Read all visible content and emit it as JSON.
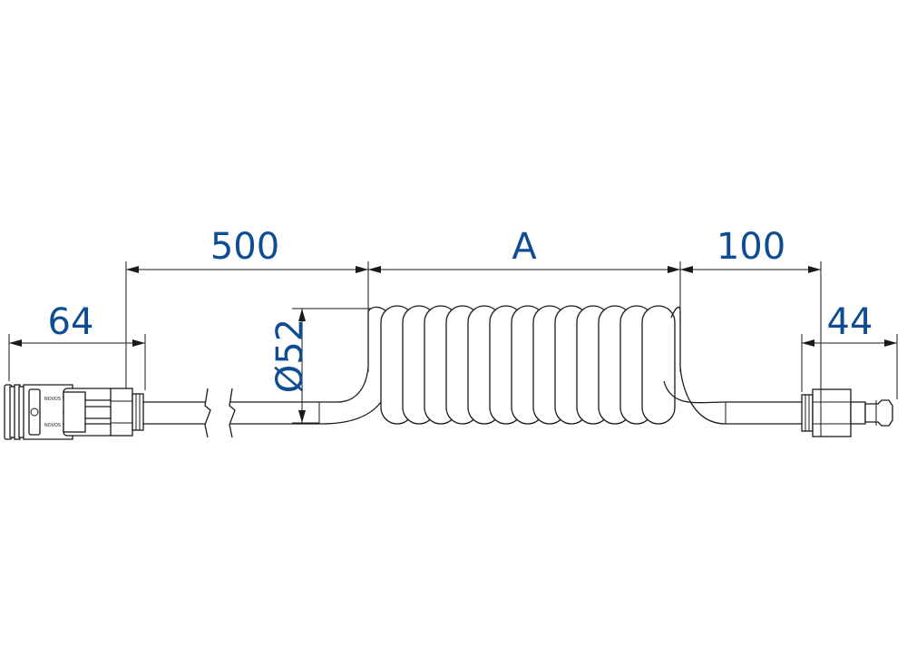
{
  "dimensions": {
    "coupling_length": "64",
    "straight_tail": "500",
    "coil_length": "A",
    "end_tail": "100",
    "plug_length": "44",
    "coil_diameter": "Ø52"
  },
  "colors": {
    "dimension_text": "#0f4d92",
    "line": "#1a1a1a"
  }
}
